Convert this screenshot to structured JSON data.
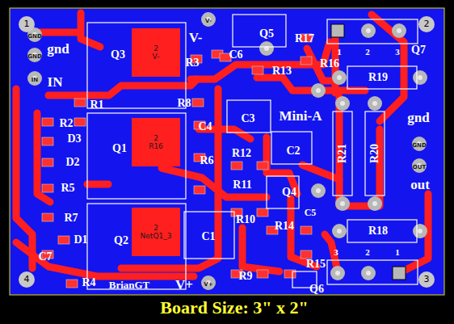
{
  "diagram": {
    "caption": "Board Size:  3\" x 2\"",
    "nodes": [
      {
        "text": [
          "1"
        ]
      },
      {
        "text": [
          "2"
        ]
      },
      {
        "text": [
          "2",
          "V-"
        ]
      },
      {
        "text": [
          "2",
          "R16"
        ]
      },
      {
        "text": [
          "2",
          "NetQ1_3"
        ]
      },
      {
        "text": [
          "4"
        ]
      },
      {
        "text": [
          "3"
        ]
      }
    ],
    "labels": [
      "gnd",
      "IN",
      "Q3",
      "R1",
      "R2",
      "D3",
      "D2",
      "R5",
      "R7",
      "D1",
      "C7",
      "R4",
      "BrianGT",
      "Q1",
      "Q2",
      "V-",
      "R3",
      "C6",
      "Q5",
      "R17",
      "R13",
      "R16",
      "R19",
      "Q7",
      "R8",
      "C4",
      "C3",
      "Mini-A",
      "R12",
      "C2",
      "R6",
      "R11",
      "R21",
      "R20",
      "gnd",
      "out",
      "Q4",
      "C5",
      "R10",
      "R14",
      "R18",
      "C1",
      "R9",
      "R15",
      "Q6",
      "V+",
      "1",
      "2",
      "3",
      "3",
      "2",
      "1",
      "GND",
      "GND",
      "IN",
      "GND",
      "OUT",
      "V-",
      "V+"
    ]
  }
}
